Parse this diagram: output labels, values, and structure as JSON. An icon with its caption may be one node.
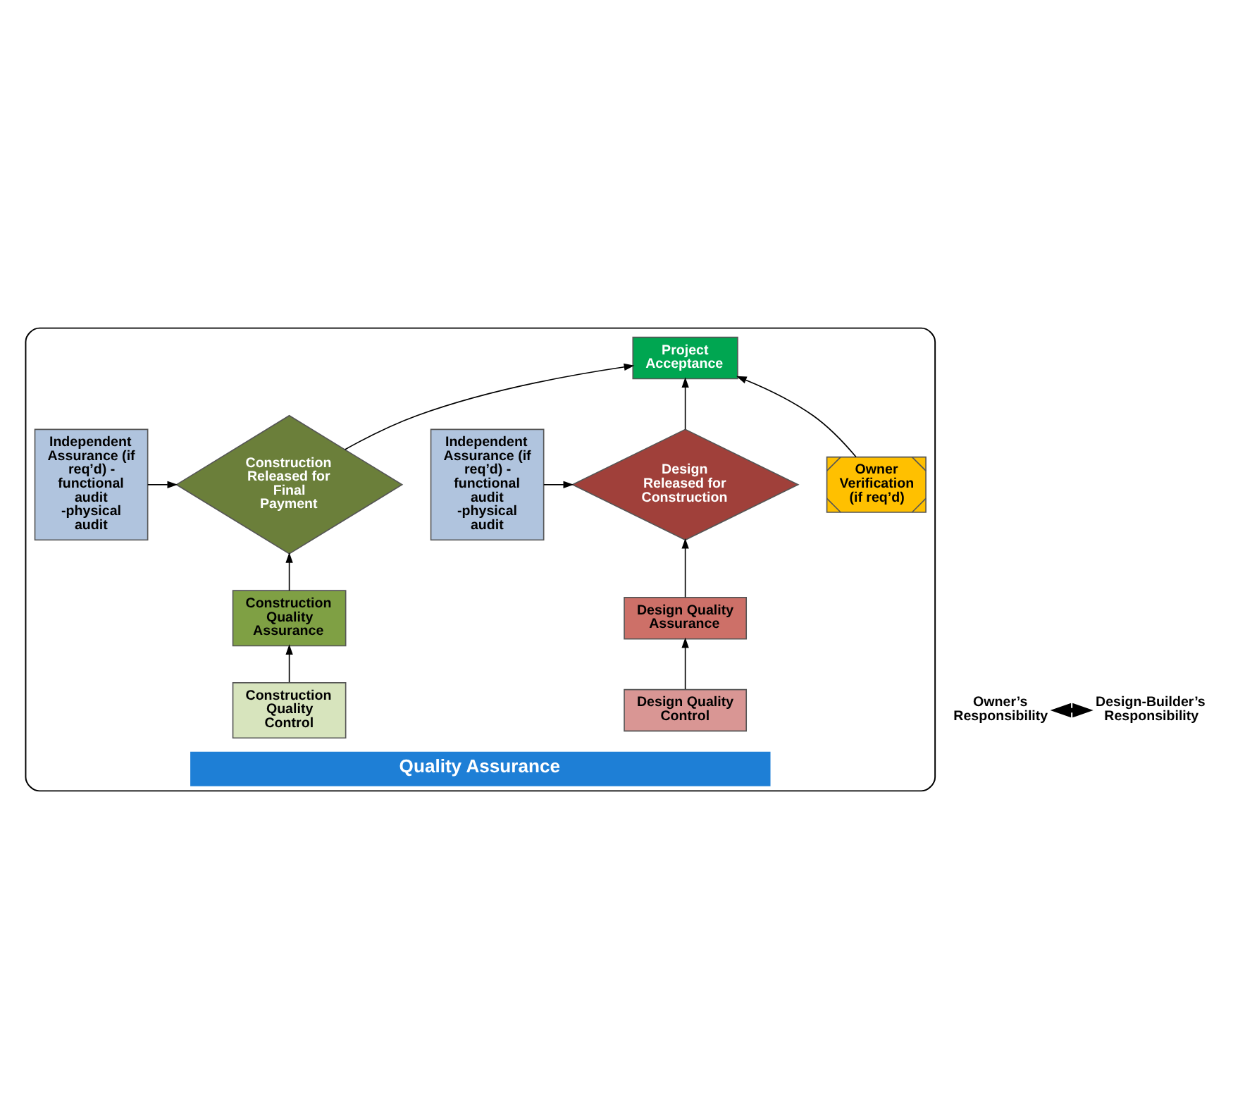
{
  "diagram": {
    "nodes": [
      {
        "text": [
          "Quality Assurance"
        ]
      },
      {
        "text": [
          "Project Acceptance"
        ],
        "in": 0
      },
      {
        "text": [
          "Owner Verification (if req’d)"
        ],
        "in": 0
      },
      {
        "text": [
          "Independent Assurance (if req’d) - functional audit -physical audit"
        ],
        "in": 0
      },
      {
        "text": [
          "Design Released for Construction"
        ],
        "in": 0
      },
      {
        "text": [
          "Construction Released for Final Payment"
        ],
        "in": 0
      },
      {
        "text": [
          "Independent Assurance (if req’d) - functional audit -physical audit"
        ],
        "in": 0
      },
      {
        "text": [
          "Design Quality Assurance"
        ],
        "in": 0
      },
      {
        "text": [
          "Construction Quality Assurance"
        ],
        "in": 0
      },
      {
        "text": [
          "Design Quality Control"
        ],
        "in": 0
      },
      {
        "text": [
          "Construction Quality Control"
        ],
        "in": 0
      },
      {
        "text": [
          "Owner’s Responsibility"
        ]
      },
      {
        "text": [
          "Design-Builder’s Responsibility"
        ]
      }
    ],
    "edges": [
      {
        "from": 2,
        "to": 1,
        "arrow": "to"
      },
      {
        "from": 4,
        "to": 1,
        "arrow": "to"
      },
      {
        "from": 5,
        "to": 1,
        "arrow": "to"
      },
      {
        "from": 3,
        "to": 4,
        "arrow": "to"
      },
      {
        "from": 6,
        "to": 5,
        "arrow": "to"
      },
      {
        "from": 7,
        "to": 4,
        "arrow": "to"
      },
      {
        "from": 8,
        "to": 5,
        "arrow": "to"
      },
      {
        "from": 9,
        "to": 7,
        "arrow": "to"
      },
      {
        "from": 10,
        "to": 8,
        "arrow": "to"
      },
      {
        "from": 11,
        "to": 12,
        "arrow": "both",
        "style": "thick"
      }
    ]
  }
}
